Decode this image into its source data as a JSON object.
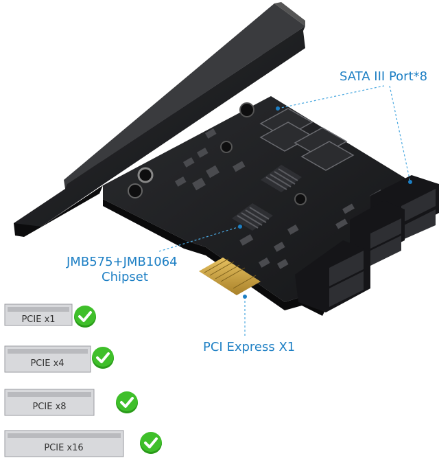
{
  "callouts": {
    "sata_ports": "SATA III Port*8",
    "chipset_line1": "JMB575+JMB1064",
    "chipset_line2": "Chipset",
    "pci_express": "PCI Express X1"
  },
  "compatibility": [
    {
      "label": "PCIE x1",
      "supported": true
    },
    {
      "label": "PCIE x4",
      "supported": true
    },
    {
      "label": "PCIE x8",
      "supported": true
    },
    {
      "label": "PCIE x16",
      "supported": true
    }
  ],
  "colors": {
    "accent_blue": "#1d7fc4",
    "check_green": "#3fbf2a",
    "pcb_black": "#1b1c1e",
    "gold_finger": "#c9a13a"
  }
}
